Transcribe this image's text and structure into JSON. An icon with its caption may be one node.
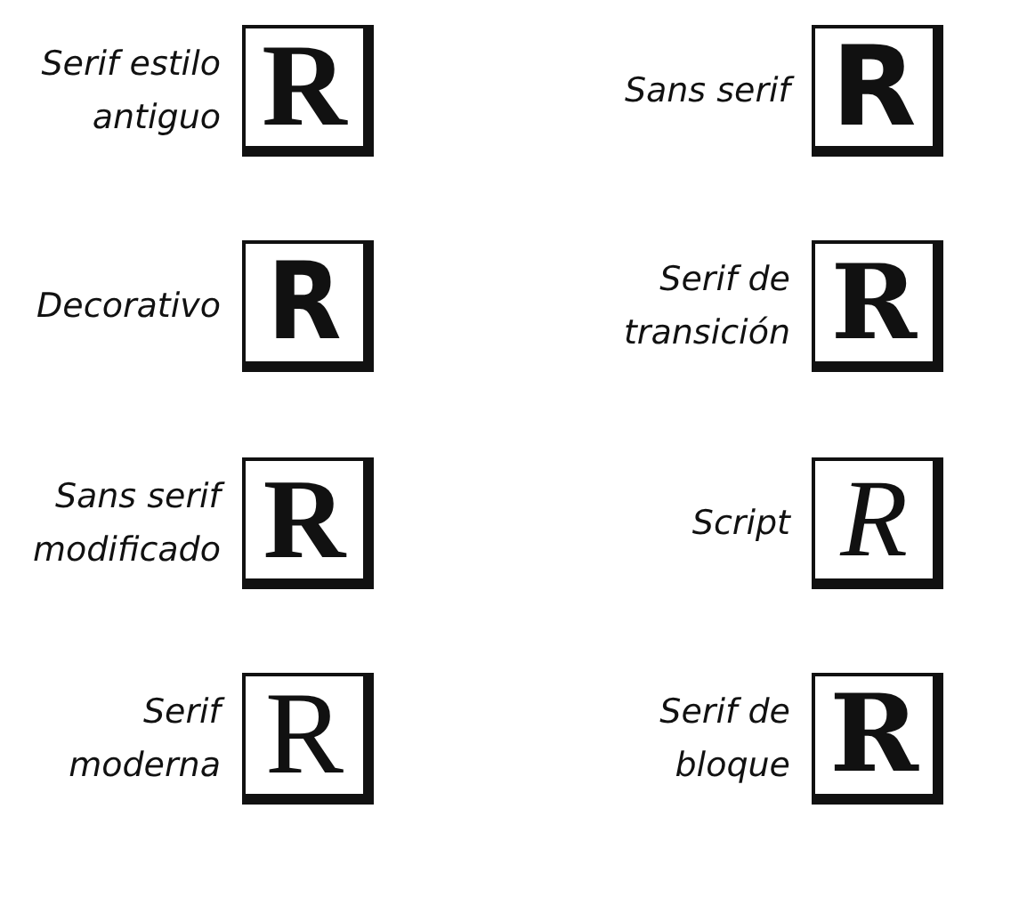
{
  "diagram": {
    "nodes": [
      {
        "text": [
          "R"
        ],
        "beside": [
          "Serif estilo antiguo"
        ]
      },
      {
        "text": [
          "R"
        ],
        "beside": [
          "Sans serif"
        ]
      },
      {
        "text": [
          "R"
        ],
        "beside": [
          "Decorativo"
        ]
      },
      {
        "text": [
          "R"
        ],
        "beside": [
          "Serif de transición"
        ]
      },
      {
        "text": [
          "R"
        ],
        "beside": [
          "Sans serif modificado"
        ]
      },
      {
        "text": [
          "R"
        ],
        "beside": [
          "Script"
        ]
      },
      {
        "text": [
          "R"
        ],
        "beside": [
          "Serif moderna"
        ]
      },
      {
        "text": [
          "R"
        ],
        "beside": [
          "Serif de bloque"
        ]
      }
    ]
  }
}
